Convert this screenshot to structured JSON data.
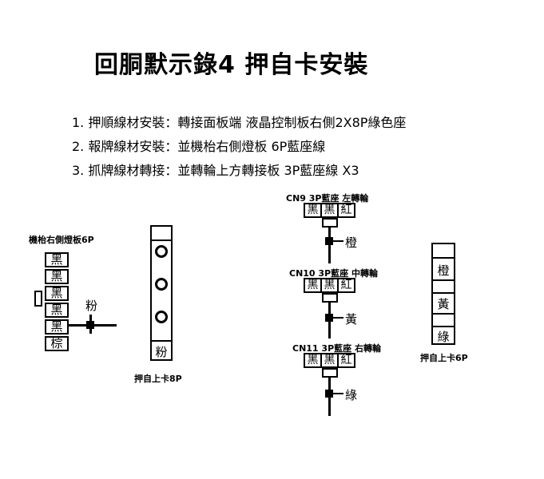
{
  "title": "回胴默示錄4 押自卡安裝",
  "steps": [
    "1. 押順線材安裝：轉接面板端 液晶控制板右側2X8P綠色座",
    "2. 報牌線材安裝：並機枱右側燈板 6P藍座線",
    "3. 抓牌線材轉接：並轉輪上方轉接板 3P藍座線 X3"
  ],
  "left_board": {
    "label": "機枱右側燈板6P",
    "pins": [
      "黑",
      "黑",
      "黑",
      "黑",
      "黑",
      "棕"
    ],
    "wire_label": "粉"
  },
  "card_8p": {
    "label": "押自上卡8P",
    "bottom_pin": "粉"
  },
  "connectors": [
    {
      "label": "CN9 3P藍座 左轉輪",
      "pins": [
        "黑",
        "黑",
        "紅"
      ],
      "wire_label": "橙"
    },
    {
      "label": "CN10 3P藍座 中轉輪",
      "pins": [
        "黑",
        "黑",
        "紅"
      ],
      "wire_label": "黃"
    },
    {
      "label": "CN11 3P藍座 右轉輪",
      "pins": [
        "黑",
        "黑",
        "紅"
      ],
      "wire_label": "綠"
    }
  ],
  "card_6p": {
    "label": "押自上卡6P",
    "pins": [
      "橙",
      "黃",
      "綠"
    ]
  }
}
